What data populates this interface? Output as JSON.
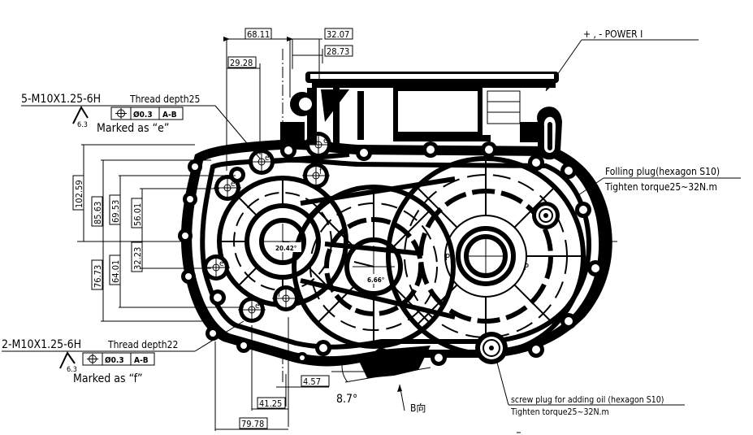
{
  "drawing": {
    "title": "Gearbox housing mounting drawing",
    "horizontal_dimensions": {
      "top": [
        "68.11",
        "29.28",
        "32.07",
        "28.73"
      ],
      "bottom": [
        "4.57",
        "41.25",
        "79.78"
      ]
    },
    "vertical_dimensions": {
      "above_centerline": [
        "102.59",
        "85.63",
        "69.53",
        "56.01"
      ],
      "below_centerline": [
        "76.73",
        "64.01",
        "32.23"
      ]
    },
    "angles": {
      "shaft1": "20.42°",
      "shaft2": "6.66°",
      "bottom_tilt": "8.7°"
    },
    "view_label": "B向",
    "hole_marks": [
      "e",
      "e",
      "e",
      "e",
      "e",
      "f",
      "f"
    ],
    "shaft_marks": [
      "P",
      "P"
    ],
    "callouts": {
      "thread_e": {
        "spec": "5-M10X1.25-6H",
        "depth": "Thread depth25",
        "roughness": "6.3",
        "tolerance": [
          "⌖",
          "Ø0.3",
          "A-B"
        ],
        "marked": "Marked as “e”"
      },
      "thread_f": {
        "spec": "2-M10X1.25-6H",
        "depth": "Thread depth22",
        "roughness": "6.3",
        "tolerance": [
          "⌖",
          "Ø0.3",
          "A-B"
        ],
        "marked": "Marked as “f”"
      },
      "power": "+ , - POWER  I",
      "folling_plug": {
        "line1": "Folling plug(hexagon S10)",
        "line2": "Tighten torque25~32N.m"
      },
      "oil_plug": {
        "line1": "screw plug for adding oil  (hexagon S10)",
        "line2": "Tighten torque25~32N.m"
      }
    }
  }
}
